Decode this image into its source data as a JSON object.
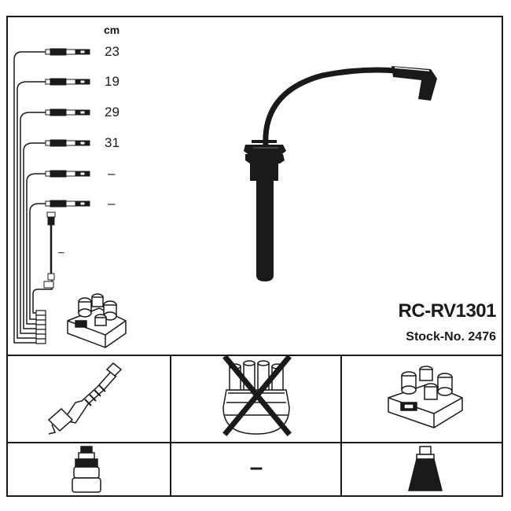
{
  "header": {
    "unit": "cm"
  },
  "wires": [
    {
      "length": "23"
    },
    {
      "length": "19"
    },
    {
      "length": "29"
    },
    {
      "length": "31"
    },
    {
      "length": "–"
    },
    {
      "length": "–"
    },
    {
      "length": "–"
    }
  ],
  "product": {
    "code": "RC-RV1301",
    "stock": "Stock-No. 2476"
  },
  "components": {
    "distributor_cap": "x-crossed",
    "rotor_arm": "–"
  },
  "colors": {
    "ink": "#1a1a1a",
    "background": "#ffffff"
  }
}
